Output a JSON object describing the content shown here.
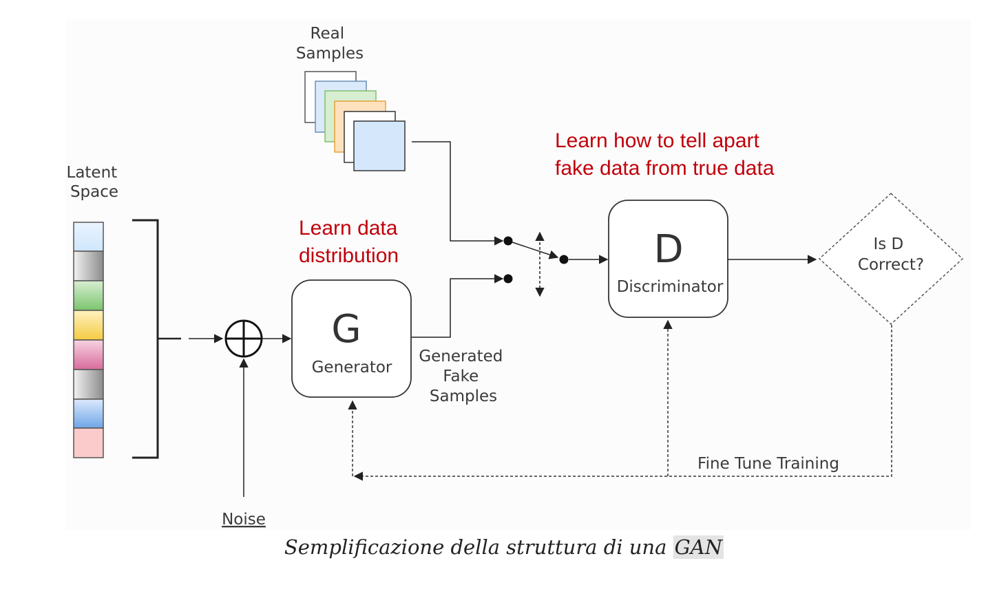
{
  "diagram": {
    "real_samples": [
      "Real",
      "Samples"
    ],
    "latent_space": [
      "Latent",
      "Space"
    ],
    "learn_discriminator": [
      "Learn how to tell apart",
      "fake data from true data"
    ],
    "learn_generator": [
      "Learn data",
      "distribution"
    ],
    "discriminator_letter": "D",
    "discriminator_label": "Discriminator",
    "generator_letter": "G",
    "generator_label": "Generator",
    "generated_fake_samples": [
      "Generated",
      "Fake",
      "Samples"
    ],
    "decision": [
      "Is D",
      "Correct?"
    ],
    "fine_tune": "Fine Tune Training",
    "noise": "Noise",
    "latent_colors": [
      "light-blue",
      "gray",
      "green",
      "yellow",
      "pink",
      "gray",
      "blue",
      "light-red"
    ],
    "sample_colors": [
      "white",
      "light-blue",
      "light-green",
      "orange",
      "white",
      "light-blue"
    ]
  },
  "caption": {
    "text": "Semplificazione della struttura di una",
    "highlight": "GAN"
  }
}
